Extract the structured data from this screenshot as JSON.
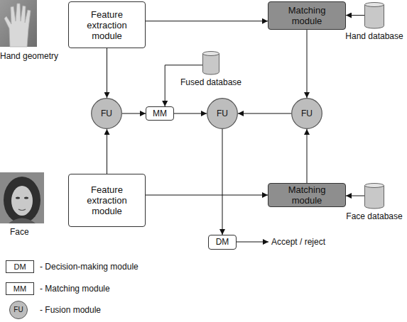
{
  "diagram": {
    "nodes": [
      {
        "text": [
          "Feature extraction module"
        ]
      },
      {
        "text": [
          "Matching module"
        ]
      },
      {
        "text": [
          "Hand database"
        ]
      },
      {
        "text": [
          "Fused database"
        ]
      },
      {
        "text": [
          "FU"
        ]
      },
      {
        "text": [
          "MM"
        ]
      },
      {
        "text": [
          "FU"
        ]
      },
      {
        "text": [
          "FU"
        ]
      },
      {
        "text": [
          "Feature extraction module"
        ]
      },
      {
        "text": [
          "Matching module"
        ]
      },
      {
        "text": [
          "Face database"
        ]
      },
      {
        "text": [
          "DM"
        ]
      }
    ],
    "edges": [
      {
        "from": 0,
        "to": 1,
        "arrow": "to"
      },
      {
        "from": 2,
        "to": 1,
        "arrow": "to"
      },
      {
        "from": 0,
        "to": 4,
        "arrow": "to"
      },
      {
        "from": 1,
        "to": 7,
        "arrow": "to"
      },
      {
        "from": 3,
        "to": 5,
        "arrow": "to"
      },
      {
        "from": 4,
        "to": 5,
        "arrow": "to"
      },
      {
        "from": 5,
        "to": 6,
        "arrow": "to"
      },
      {
        "from": 7,
        "to": 6,
        "arrow": "to"
      },
      {
        "from": 8,
        "to": 4,
        "arrow": "to"
      },
      {
        "from": 8,
        "to": 9,
        "arrow": "to"
      },
      {
        "from": 10,
        "to": 9,
        "arrow": "to"
      },
      {
        "from": 9,
        "to": 7,
        "arrow": "to"
      },
      {
        "from": 6,
        "to": 11,
        "arrow": "to"
      }
    ],
    "labels": [
      "Hand geometry",
      "Face",
      "Accept / reject",
      "DM",
      "MM",
      "FU"
    ],
    "legend": [
      {
        "text": "- Decision-making module"
      },
      {
        "text": "- Matching module"
      },
      {
        "text": "- Fusion module"
      }
    ]
  }
}
